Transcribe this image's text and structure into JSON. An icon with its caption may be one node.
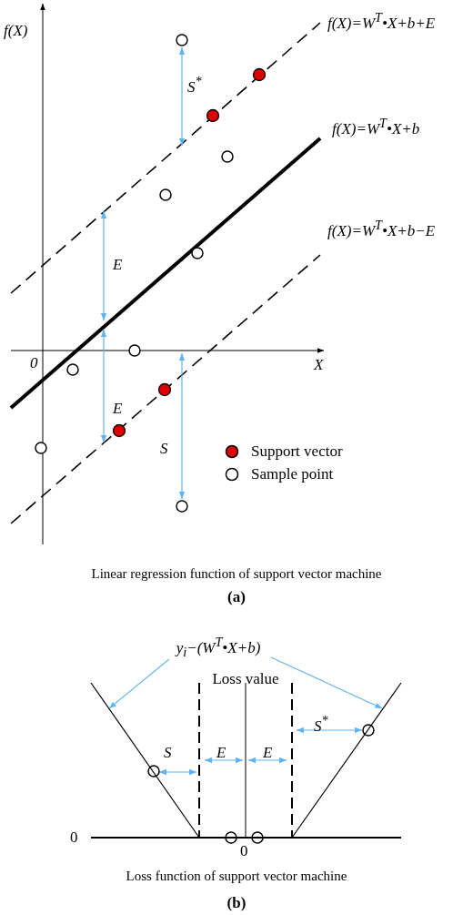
{
  "diagram": {
    "nodes": [
      {
        "text": [
          "y$_{i}$−(W$^{T}$•X+b)"
        ]
      },
      {
        "text": [],
        "shape": "line"
      },
      {
        "text": [],
        "shape": "line"
      }
    ],
    "edges": [
      {
        "from": 0,
        "to": 1,
        "arrow": "to"
      },
      {
        "from": 0,
        "to": 2,
        "arrow": "to"
      }
    ],
    "labels": [
      "f(X)",
      "f(X)=W$^{T}$•X+b+E",
      "S$^{*}$",
      "f(X)=W$^{T}$•X+b",
      "E",
      "f(X)=W$^{T}$•X+b−E",
      "0",
      "X",
      "E",
      "S",
      "Linear regression function of support vector machine",
      "(a)",
      "Loss value",
      "S$^{*}$",
      "S",
      "E",
      "E",
      "0",
      "0",
      "Loss function of support vector machine",
      "(b)"
    ],
    "legend": [
      {
        "text": "Support vector",
        "color": "#dd0000"
      },
      {
        "text": "Sample point"
      }
    ]
  }
}
